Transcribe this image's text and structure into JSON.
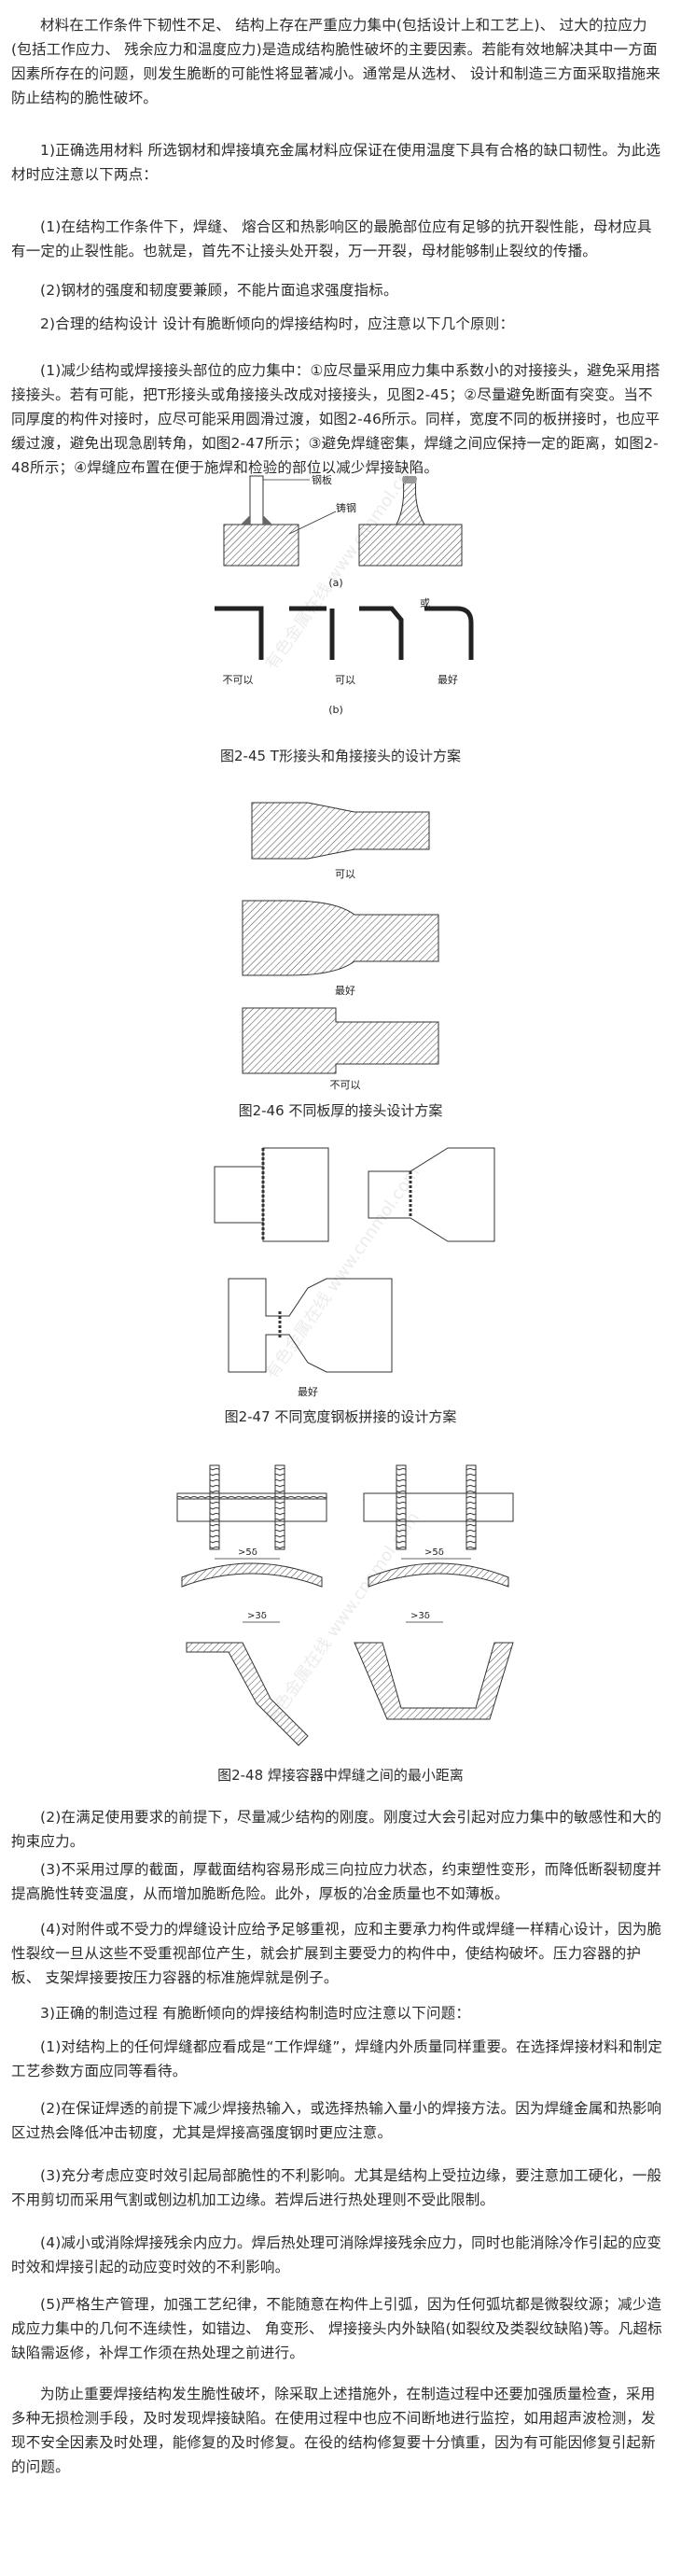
{
  "paragraphs": [
    "材料在工作条件下韧性不足、 结构上存在严重应力集中(包括设计上和工艺上)、 过大的拉应力(包括工作应力、 残余应力和温度应力)是造成结构脆性破坏的主要因素。若能有效地解决其中一方面因素所存在的问题，则发生脆断的可能性将显著减小。通常是从选材、 设计和制造三方面采取措施来防止结构的脆性破坏。",
    "1)正确选用材料 所选钢材和焊接填充金属材料应保证在使用温度下具有合格的缺口韧性。为此选材时应注意以下两点：",
    "(1)在结构工作条件下，焊缝、 熔合区和热影响区的最脆部位应有足够的抗开裂性能，母材应具有一定的止裂性能。也就是，首先不让接头处开裂，万一开裂，母材能够制止裂纹的传播。",
    "(2)钢材的强度和韧度要兼顾，不能片面追求强度指标。",
    "2)合理的结构设计 设计有脆断倾向的焊接结构时，应注意以下几个原则：",
    "(1)减少结构或焊接接头部位的应力集中：①应尽量采用应力集中系数小的对接接头，避免采用搭接接头。若有可能，把T形接头或角接接头改成对接接头，见图2-45；②尽量避免断面有突变。当不同厚度的构件对接时，应尽可能采用圆滑过渡，如图2-46所示。同样，宽度不同的板拼接时，也应平缓过渡，避免出现急剧转角，如图2-47所示；③避免焊缝密集，焊缝之间应保持一定的距离，如图2-48所示；④焊缝应布置在便于施焊和检验的部位以减少焊接缺陷。",
    "(2)在满足使用要求的前提下，尽量减少结构的刚度。刚度过大会引起对应力集中的敏感性和大的拘束应力。",
    "(3)不采用过厚的截面，厚截面结构容易形成三向拉应力状态，约束塑性变形，而降低断裂韧度并提高脆性转变温度，从而增加脆断危险。此外，厚板的冶金质量也不如薄板。",
    "(4)对附件或不受力的焊缝设计应给予足够重视，应和主要承力构件或焊缝一样精心设计，因为脆性裂纹一旦从这些不受重视部位产生，就会扩展到主要受力的构件中，使结构破坏。压力容器的护板、 支架焊接要按压力容器的标准施焊就是例子。",
    "3)正确的制造过程 有脆断倾向的焊接结构制造时应注意以下问题：",
    "(1)对结构上的任何焊缝都应看成是“工作焊缝”，焊缝内外质量同样重要。在选择焊接材料和制定工艺参数方面应同等看待。",
    "(2)在保证焊透的前提下减少焊接热输入，或选择热输入量小的焊接方法。因为焊缝金属和热影响区过热会降低冲击韧度，尤其是焊接高强度钢时更应注意。",
    "(3)充分考虑应变时效引起局部脆性的不利影响。尤其是结构上受拉边缘，要注意加工硬化，一般不用剪切而采用气割或刨边机加工边缘。若焊后进行热处理则不受此限制。",
    "(4)减小或消除焊接残余内应力。焊后热处理可消除焊接残余应力，同时也能消除冷作引起的应变时效和焊接引起的动应变时效的不利影响。",
    "(5)严格生产管理，加强工艺纪律，不能随意在构件上引弧，因为任何弧坑都是微裂纹源；减少造成应力集中的几何不连续性，如错边、 角变形、 焊接接头内外缺陷(如裂纹及类裂纹缺陷)等。凡超标缺陷需返修，补焊工作须在热处理之前进行。",
    "为防止重要焊接结构发生脆性破坏，除采取上述措施外，在制造过程中还要加强质量检查，采用多种无损检测手段，及时发现焊接缺陷。在使用过程中也应不间断地进行监控，如用超声波检测，发现不安全因素及时处理，能修复的及时修复。在役的结构修复要十分慎重，因为有可能因修复引起新的问题。"
  ],
  "figures": {
    "fig45": {
      "caption": "图2-45 T形接头和角接接头的设计方案",
      "labels": [
        "钢板",
        "铸钢",
        "(a)",
        "或",
        "不可以",
        "可以",
        "最好",
        "(b)"
      ]
    },
    "fig46": {
      "caption": "图2-46 不同板厚的接头设计方案",
      "labels": [
        "可以",
        "最好",
        "不可以"
      ]
    },
    "fig47": {
      "caption": "图2-47 不同宽度钢板拼接的设计方案",
      "labels": [
        "最好"
      ]
    },
    "fig48": {
      "caption": "图2-48 焊接容器中焊缝之间的最小距离",
      "labels": [
        ">5δ",
        ">5δ",
        ">3δ",
        ">3δ"
      ]
    }
  },
  "watermark": "有色金属在线 www.cnnmol.com"
}
